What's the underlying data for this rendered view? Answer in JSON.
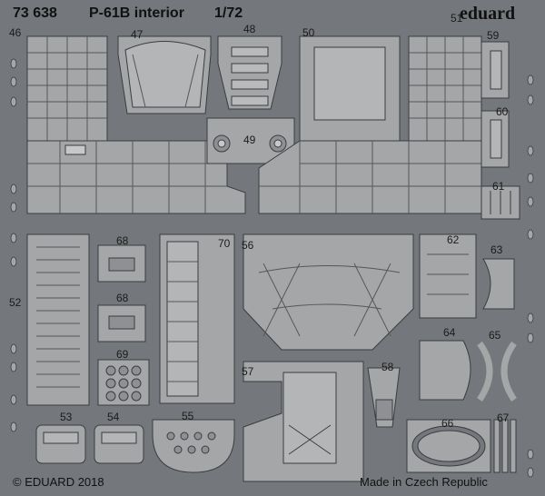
{
  "header": {
    "catalog_number": "73 638",
    "product_name": "P-61B interior",
    "scale": "1/72",
    "brand": "eduard"
  },
  "footer": {
    "copyright": "© EDUARD 2018",
    "origin": "Made in Czech Republic"
  },
  "parts": {
    "p46": "46",
    "p47": "47",
    "p48": "48",
    "p49": "49",
    "p50": "50",
    "p51": "51",
    "p52": "52",
    "p53": "53",
    "p54": "54",
    "p55": "55",
    "p56": "56",
    "p57": "57",
    "p58": "58",
    "p59": "59",
    "p60": "60",
    "p61": "61",
    "p62": "62",
    "p63": "63",
    "p64": "64",
    "p65": "65",
    "p66": "66",
    "p67": "67",
    "p68a": "68",
    "p68b": "68",
    "p69": "69",
    "p70": "70"
  },
  "colors": {
    "fret_background": "#74777b",
    "part_fill": "#a4a6a8",
    "part_stroke": "#3a3c3f",
    "text": "#111111"
  }
}
